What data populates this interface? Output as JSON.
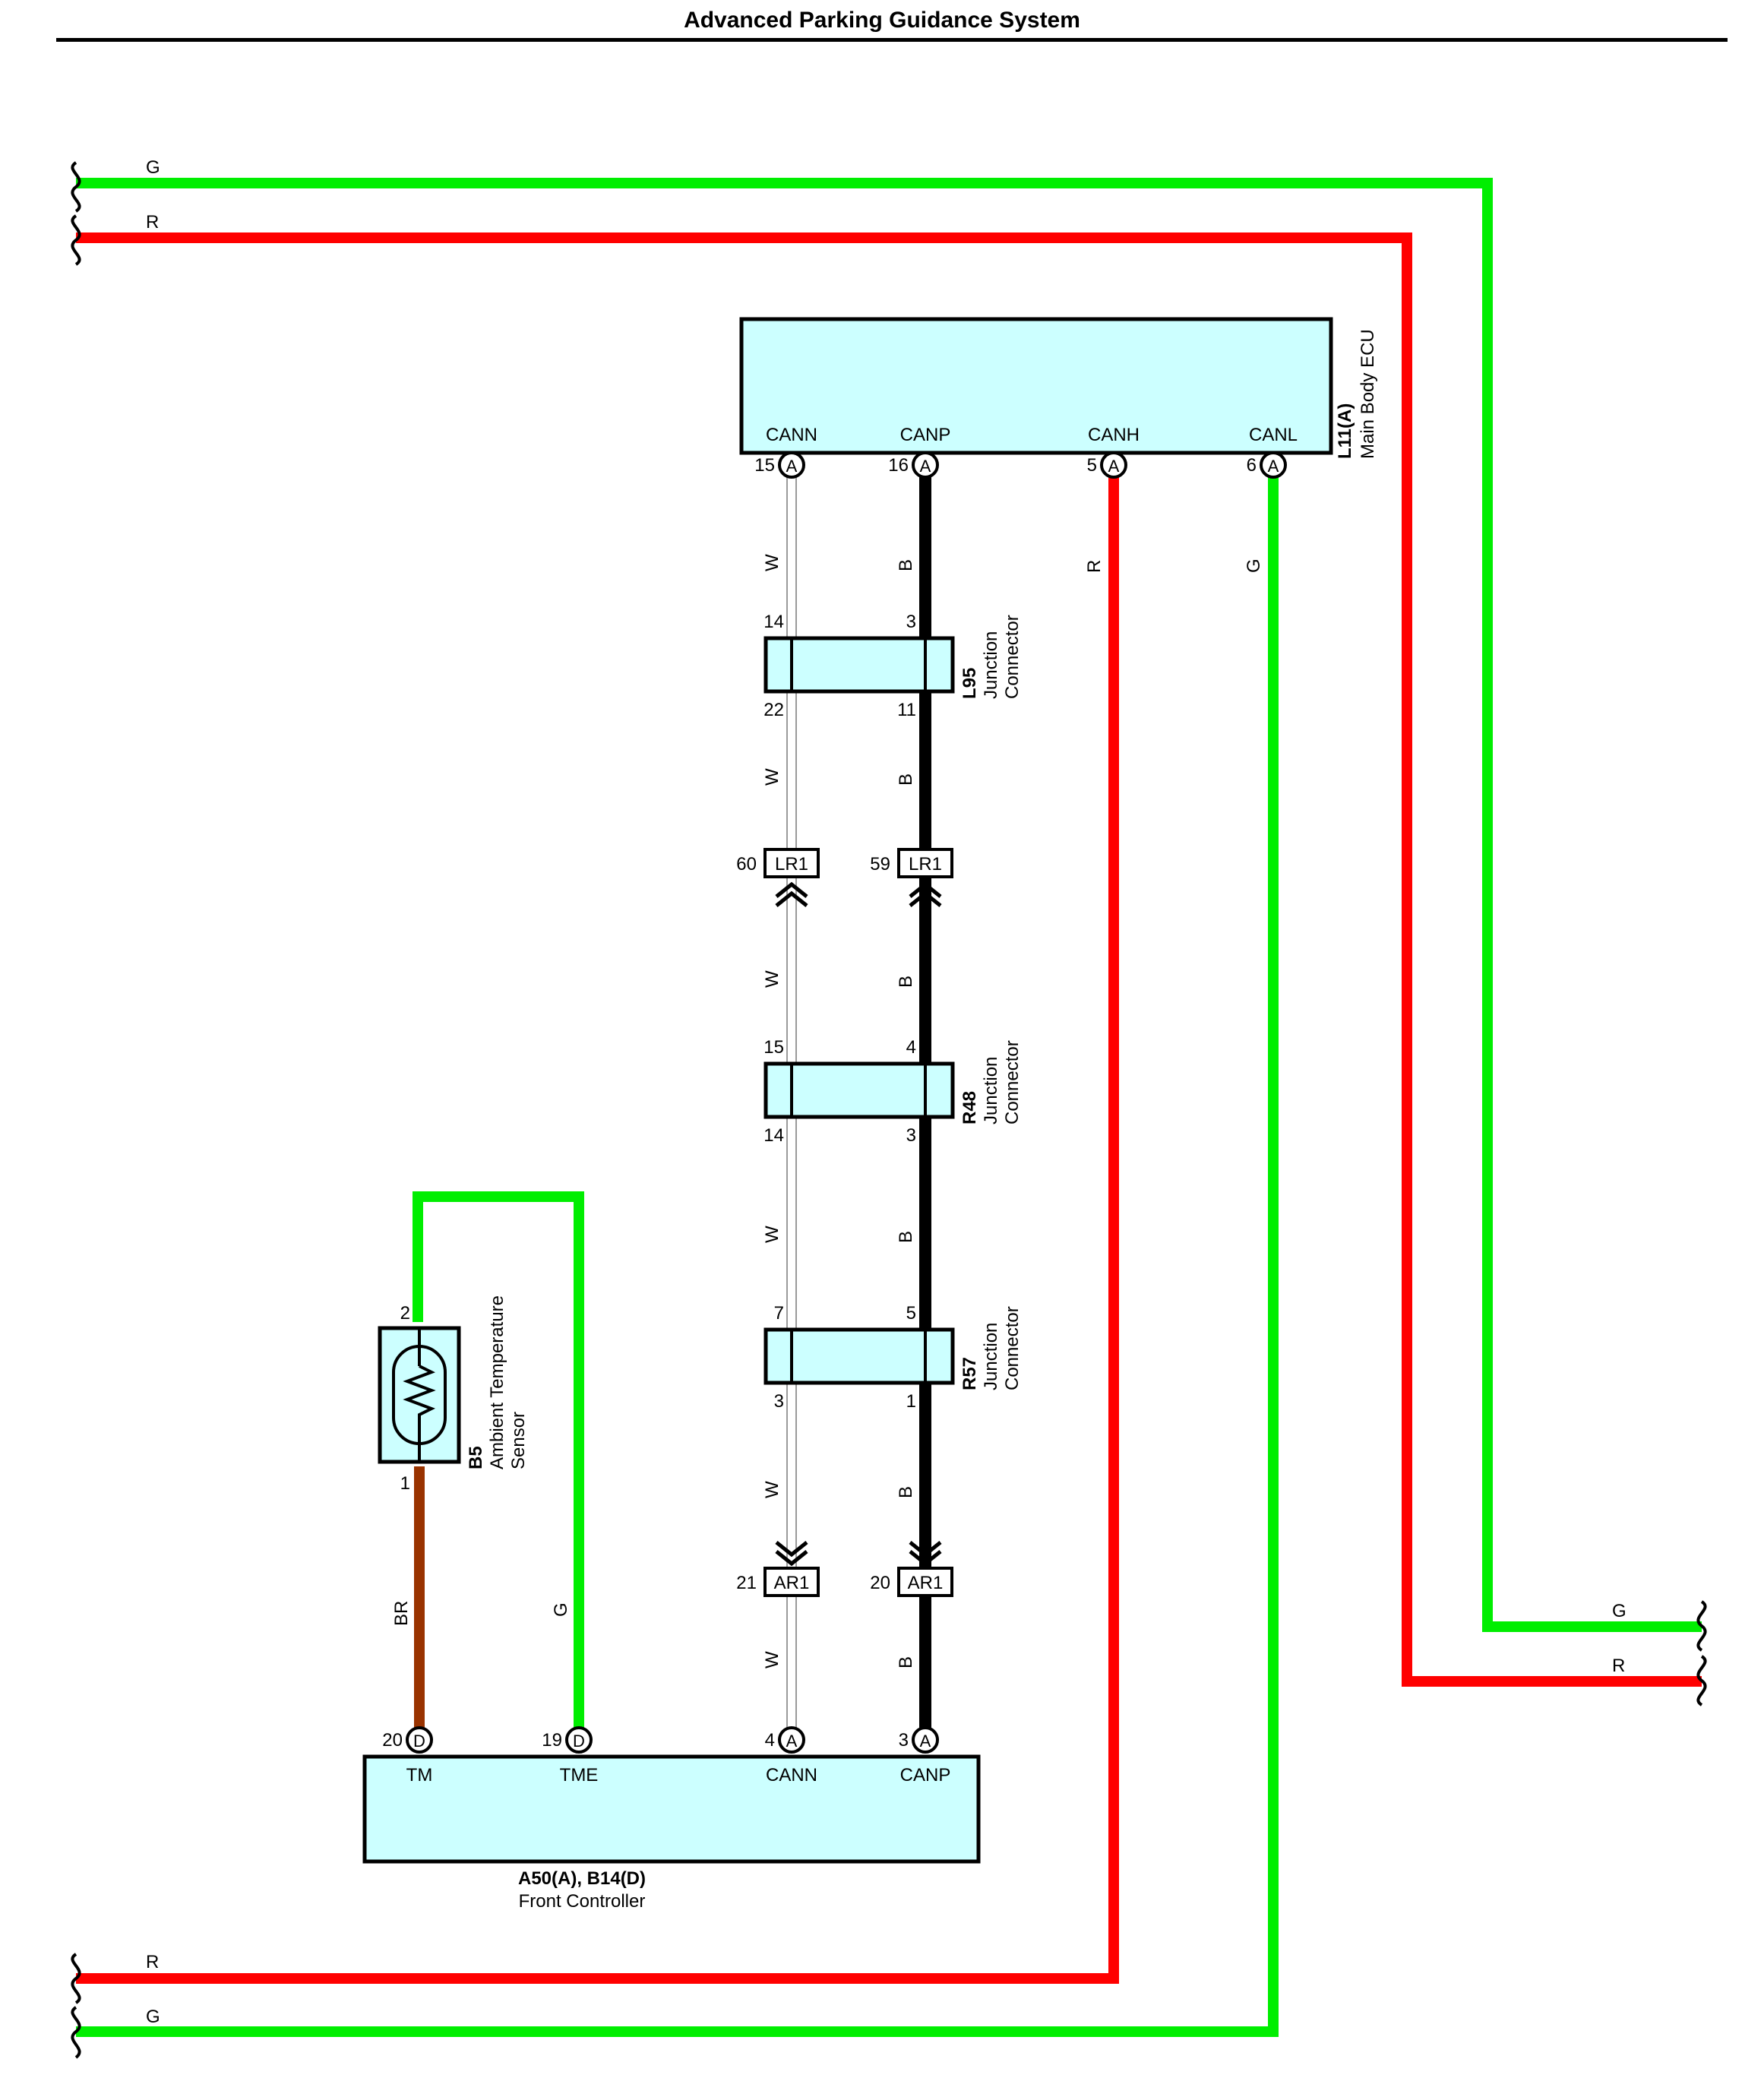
{
  "header": {
    "title": "Advanced Parking Guidance System"
  },
  "colors": {
    "green": "#00ee00",
    "red": "#ff0000",
    "black": "#000000",
    "white_wire": "#9a9a9a",
    "brown": "#993300",
    "component_fill": "#ccffff"
  },
  "wire_codes": {
    "G": "G",
    "R": "R",
    "W": "W",
    "B": "B",
    "BR": "BR"
  },
  "main_body_ecu": {
    "code": "L11(A)",
    "name": "Main Body ECU",
    "pins": [
      {
        "label": "CANN",
        "number": "15",
        "connector": "A"
      },
      {
        "label": "CANP",
        "number": "16",
        "connector": "A"
      },
      {
        "label": "CANH",
        "number": "5",
        "connector": "A"
      },
      {
        "label": "CANL",
        "number": "6",
        "connector": "A"
      }
    ]
  },
  "junctions": [
    {
      "code": "L95",
      "name_line1": "Junction",
      "name_line2": "Connector",
      "pins": [
        "14",
        "3",
        "22",
        "11"
      ]
    },
    {
      "code": "R48",
      "name_line1": "Junction",
      "name_line2": "Connector",
      "pins": [
        "15",
        "4",
        "14",
        "3"
      ]
    },
    {
      "code": "R57",
      "name_line1": "Junction",
      "name_line2": "Connector",
      "pins": [
        "7",
        "5",
        "3",
        "1"
      ]
    }
  ],
  "inline_connectors": [
    {
      "code": "LR1",
      "pin_left": "60",
      "pin_right": "59"
    },
    {
      "code": "AR1",
      "pin_left": "21",
      "pin_right": "20"
    }
  ],
  "sensor": {
    "code": "B5",
    "name_line1": "Ambient Temperature",
    "name_line2": "Sensor",
    "pin_top": "2",
    "pin_bottom": "1"
  },
  "front_controller": {
    "code": "A50(A), B14(D)",
    "name": "Front Controller",
    "pins": [
      {
        "label": "TM",
        "number": "20",
        "connector": "D"
      },
      {
        "label": "TME",
        "number": "19",
        "connector": "D"
      },
      {
        "label": "CANN",
        "number": "4",
        "connector": "A"
      },
      {
        "label": "CANP",
        "number": "3",
        "connector": "A"
      }
    ]
  }
}
